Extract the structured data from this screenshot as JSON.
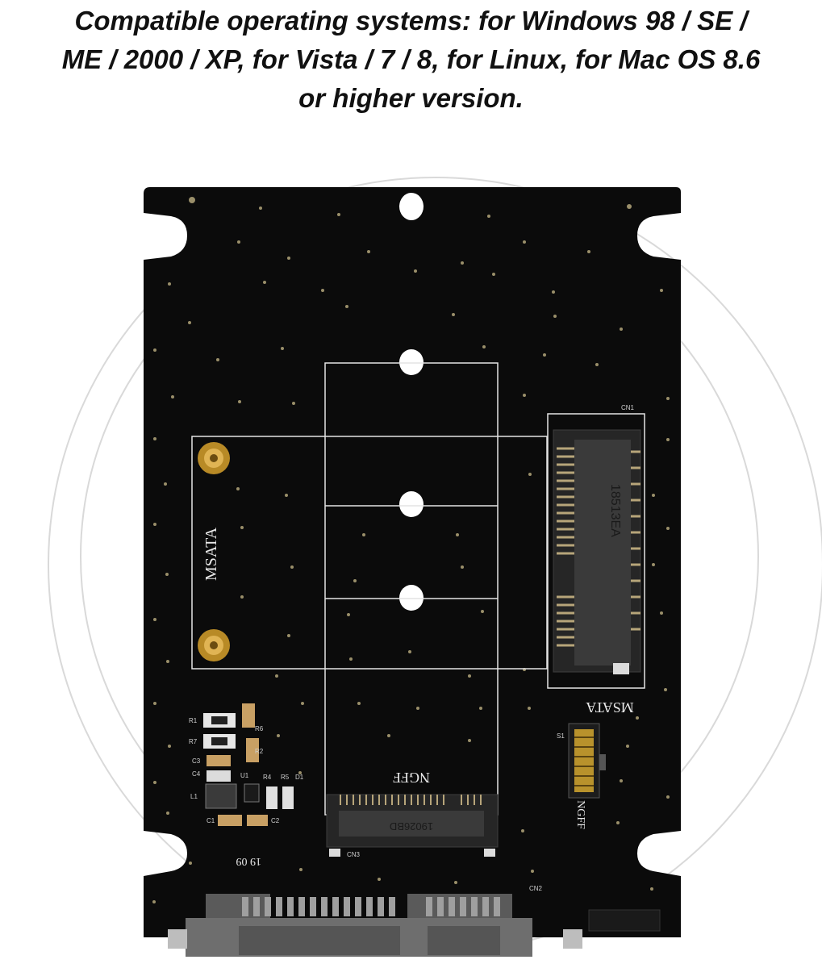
{
  "caption": {
    "line1": "Compatible operating systems: for Windows 98 / SE /",
    "line2": "ME / 2000 / XP, for Vista / 7 / 8, for Linux, for Mac OS 8.6",
    "line3": "or higher version."
  },
  "board": {
    "msata_label": "MSATA",
    "ngff_label": "NGFF",
    "side_label_msata": "MSATA",
    "side_label_ngff": "NGFF",
    "cn1": "CN1",
    "cn2": "CN2",
    "cn3": "CN3",
    "date_code": "19 09",
    "msata_socket_text": "18513EA",
    "ngff_socket_text": "19026BD",
    "components": {
      "r1": "R1",
      "r7": "R7",
      "c3": "C3",
      "c4": "C4",
      "l1": "L1",
      "c1": "C1",
      "c2": "C2",
      "u1": "U1",
      "r4": "R4",
      "r5": "R5",
      "r6": "R6",
      "r2": "R2",
      "d1": "D1",
      "s1": "S1"
    }
  },
  "colors": {
    "pcb": "#0b0b0b",
    "silkscreen": "#e8e8e8",
    "gold": "#c8962a",
    "background": "#ffffff"
  }
}
